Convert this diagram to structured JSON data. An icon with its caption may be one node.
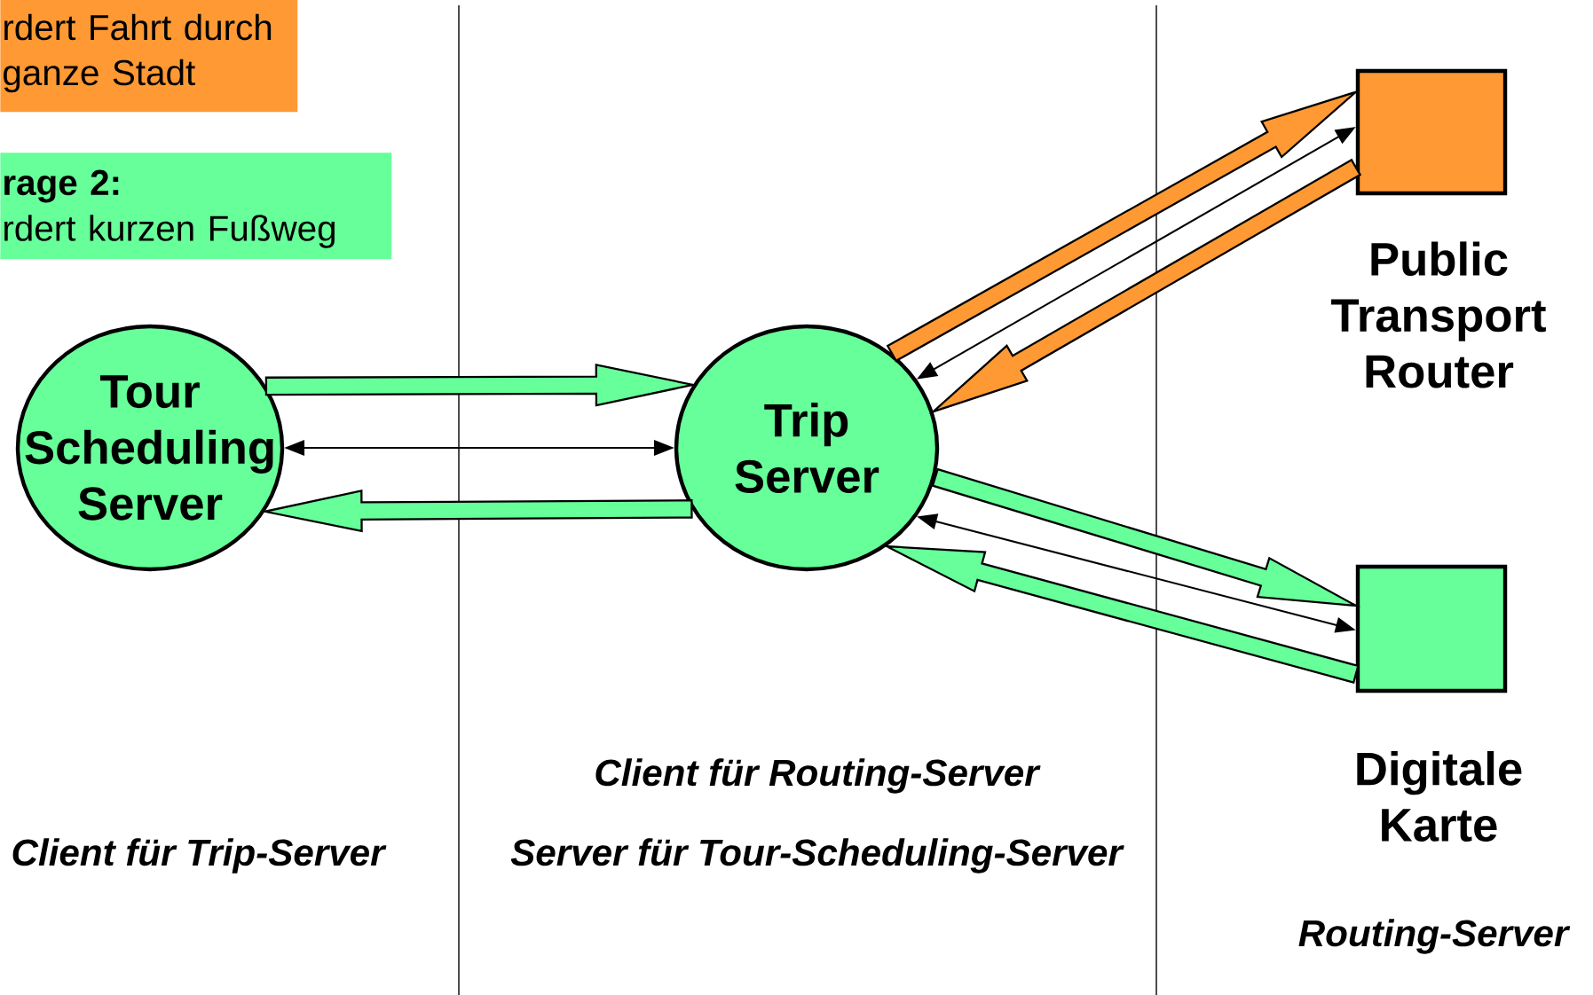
{
  "diagram": {
    "nodes": [
      {
        "text": [
          "rdert Fahrt durch ganze Stadt"
        ]
      },
      {
        "text": [
          "rage 2:",
          "rdert kurzen Fußweg"
        ]
      },
      {
        "text": [
          "Tour Scheduling Server"
        ]
      },
      {
        "text": [
          "Trip Server"
        ]
      },
      {
        "text": [
          "Public Transport Router"
        ]
      },
      {
        "text": [
          "Digitale Karte"
        ]
      }
    ],
    "edges": [
      {
        "from": 2,
        "to": 3,
        "arrow": "to",
        "style": "thick",
        "color": "#66ff99"
      },
      {
        "from": 2,
        "to": 3,
        "arrow": "both"
      },
      {
        "from": 3,
        "to": 2,
        "arrow": "to",
        "style": "thick",
        "color": "#66ff99"
      },
      {
        "from": 3,
        "to": 4,
        "arrow": "to",
        "style": "thick",
        "color": "#ff9933"
      },
      {
        "from": 3,
        "to": 4,
        "arrow": "both"
      },
      {
        "from": 4,
        "to": 3,
        "arrow": "to",
        "style": "thick",
        "color": "#ff9933"
      },
      {
        "from": 3,
        "to": 5,
        "arrow": "to",
        "style": "thick",
        "color": "#66ff99"
      },
      {
        "from": 3,
        "to": 5,
        "arrow": "both"
      },
      {
        "from": 5,
        "to": 3,
        "arrow": "to",
        "style": "thick",
        "color": "#66ff99"
      }
    ],
    "labels": [
      "Client für Routing-Server",
      "Client für Trip-Server",
      "Server für Tour-Scheduling-Server",
      "Routing-Server"
    ]
  }
}
